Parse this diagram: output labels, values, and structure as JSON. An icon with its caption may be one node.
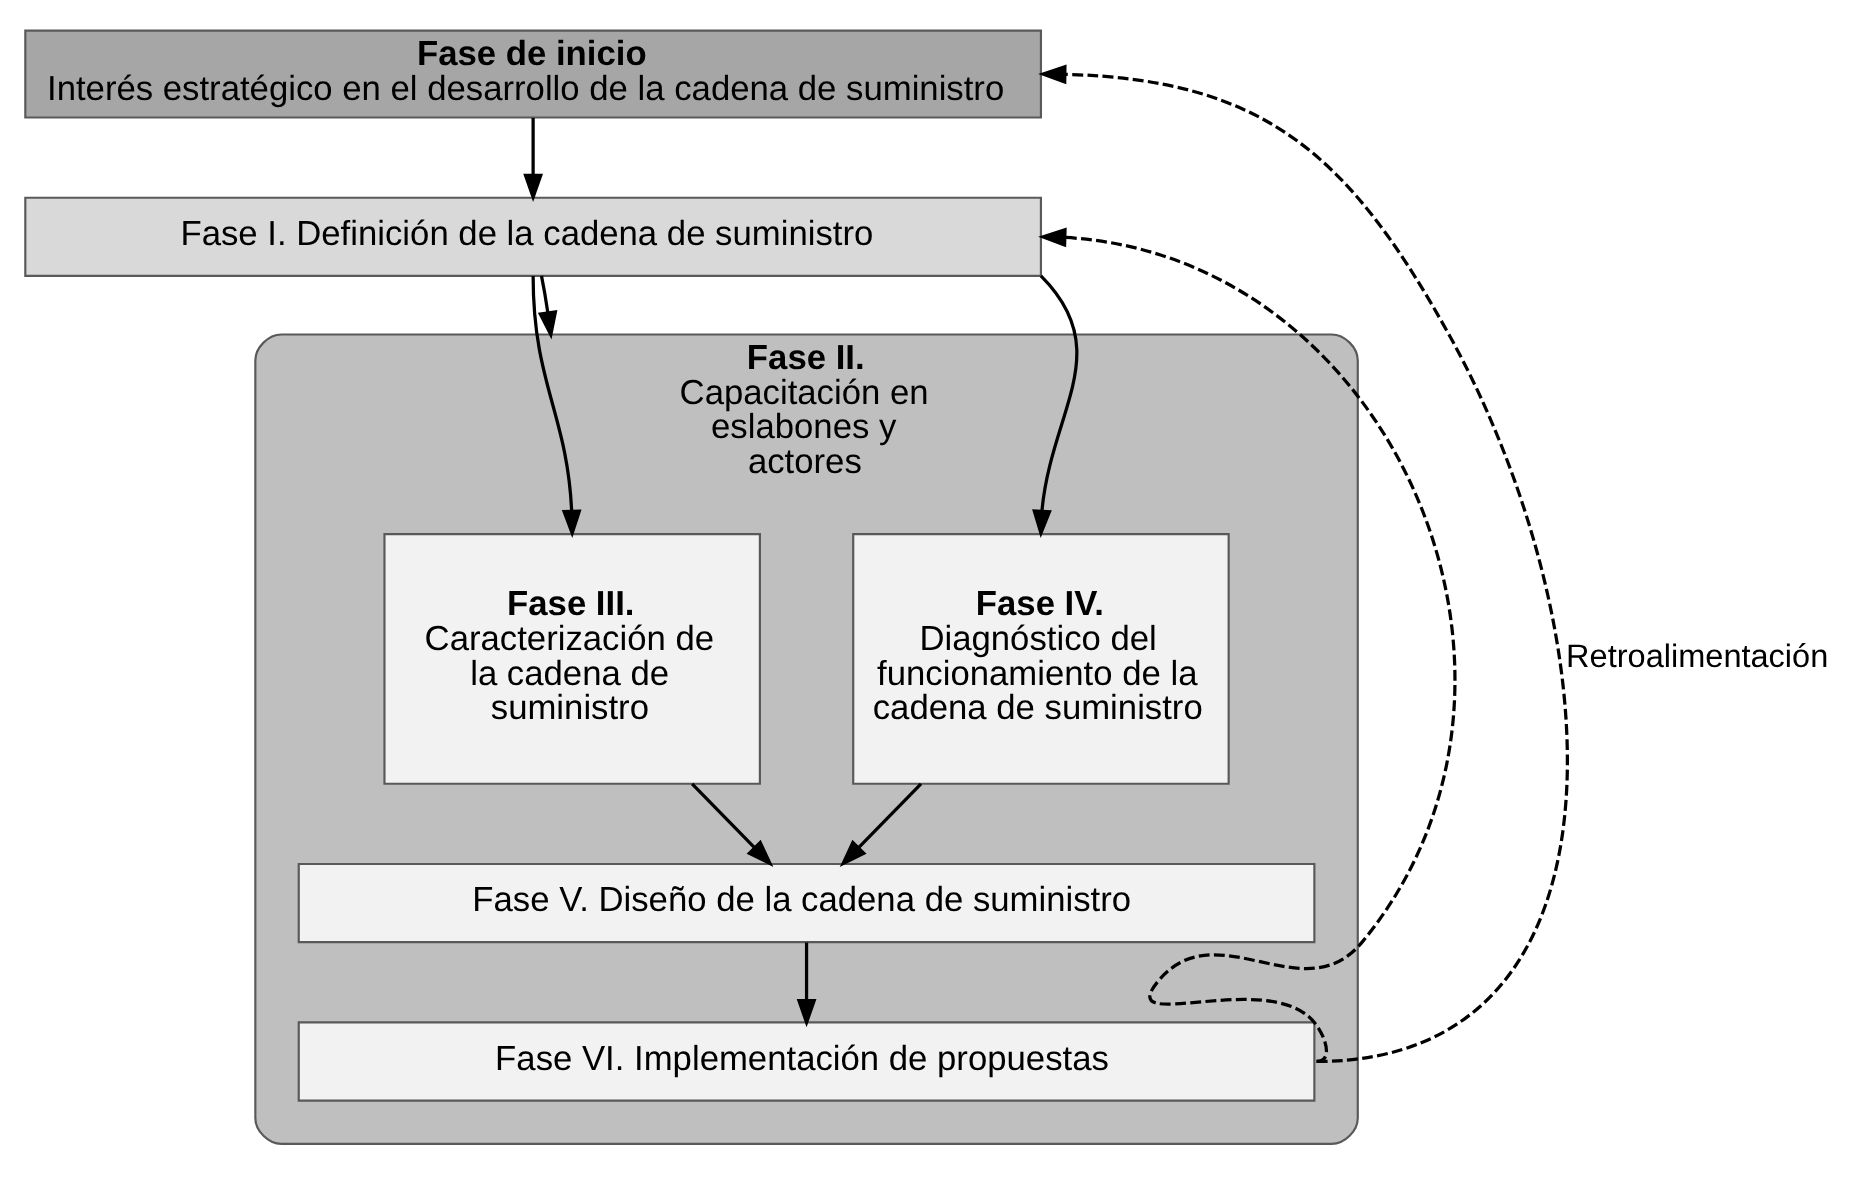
{
  "diagram": {
    "nodes": [
      {
        "text": [
          "Fase de inicio",
          "Interés estratégico en el desarrollo de la cadena de suministro"
        ]
      },
      {
        "text": [
          "Fase I. Definición de la cadena de suministro"
        ]
      },
      {
        "text": [
          "Fase II.",
          "Capacitación en eslabones y actores"
        ]
      },
      {
        "text": [
          "Fase III.",
          "Caracterización de la cadena de suministro"
        ],
        "in": 2
      },
      {
        "text": [
          "Fase IV.",
          "Diagnóstico del funcionamiento de la cadena de suministro"
        ],
        "in": 2
      },
      {
        "text": [
          "Fase V. Diseño de la cadena de suministro"
        ],
        "in": 2
      },
      {
        "text": [
          "Fase VI. Implementación de propuestas"
        ],
        "in": 2
      }
    ],
    "edges": [
      {
        "from": 0,
        "to": 1,
        "arrow": "to"
      },
      {
        "from": 1,
        "to": 3,
        "arrow": "to"
      },
      {
        "from": 1,
        "to": 2,
        "arrow": "to"
      },
      {
        "from": 1,
        "to": 4,
        "arrow": "to"
      },
      {
        "from": 3,
        "to": 5,
        "arrow": "to"
      },
      {
        "from": 4,
        "to": 5,
        "arrow": "to"
      },
      {
        "from": 5,
        "to": 6,
        "arrow": "to"
      },
      {
        "from": 6,
        "to": 0,
        "arrow": "to",
        "style": "dashed",
        "label": "Retroalimentación"
      },
      {
        "from": 6,
        "to": 1,
        "arrow": "to",
        "style": "dashed"
      }
    ]
  }
}
